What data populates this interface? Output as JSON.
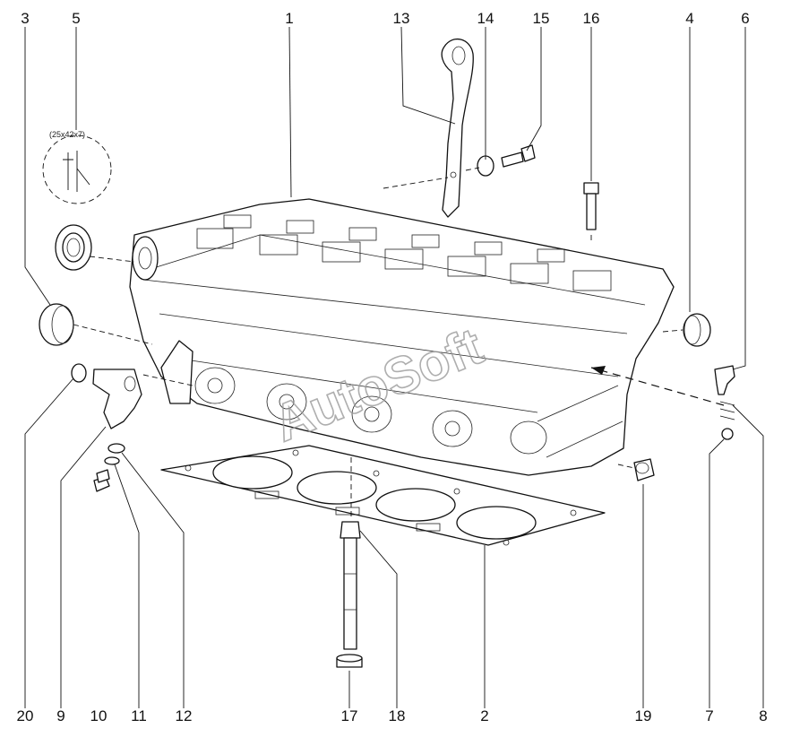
{
  "callouts": [
    {
      "id": "c1",
      "label": "1"
    },
    {
      "id": "c2",
      "label": "2"
    },
    {
      "id": "c3",
      "label": "3"
    },
    {
      "id": "c4",
      "label": "4"
    },
    {
      "id": "c5",
      "label": "5"
    },
    {
      "id": "c6",
      "label": "6"
    },
    {
      "id": "c7",
      "label": "7"
    },
    {
      "id": "c8",
      "label": "8"
    },
    {
      "id": "c9",
      "label": "9"
    },
    {
      "id": "c10",
      "label": "10"
    },
    {
      "id": "c11",
      "label": "11"
    },
    {
      "id": "c12",
      "label": "12"
    },
    {
      "id": "c13",
      "label": "13"
    },
    {
      "id": "c14",
      "label": "14"
    },
    {
      "id": "c15",
      "label": "15"
    },
    {
      "id": "c16",
      "label": "16"
    },
    {
      "id": "c17",
      "label": "17"
    },
    {
      "id": "c18",
      "label": "18"
    },
    {
      "id": "c19",
      "label": "19"
    },
    {
      "id": "c20",
      "label": "20"
    }
  ],
  "seal_size_note": "(25x42x7)",
  "watermark": "AutoSoft"
}
